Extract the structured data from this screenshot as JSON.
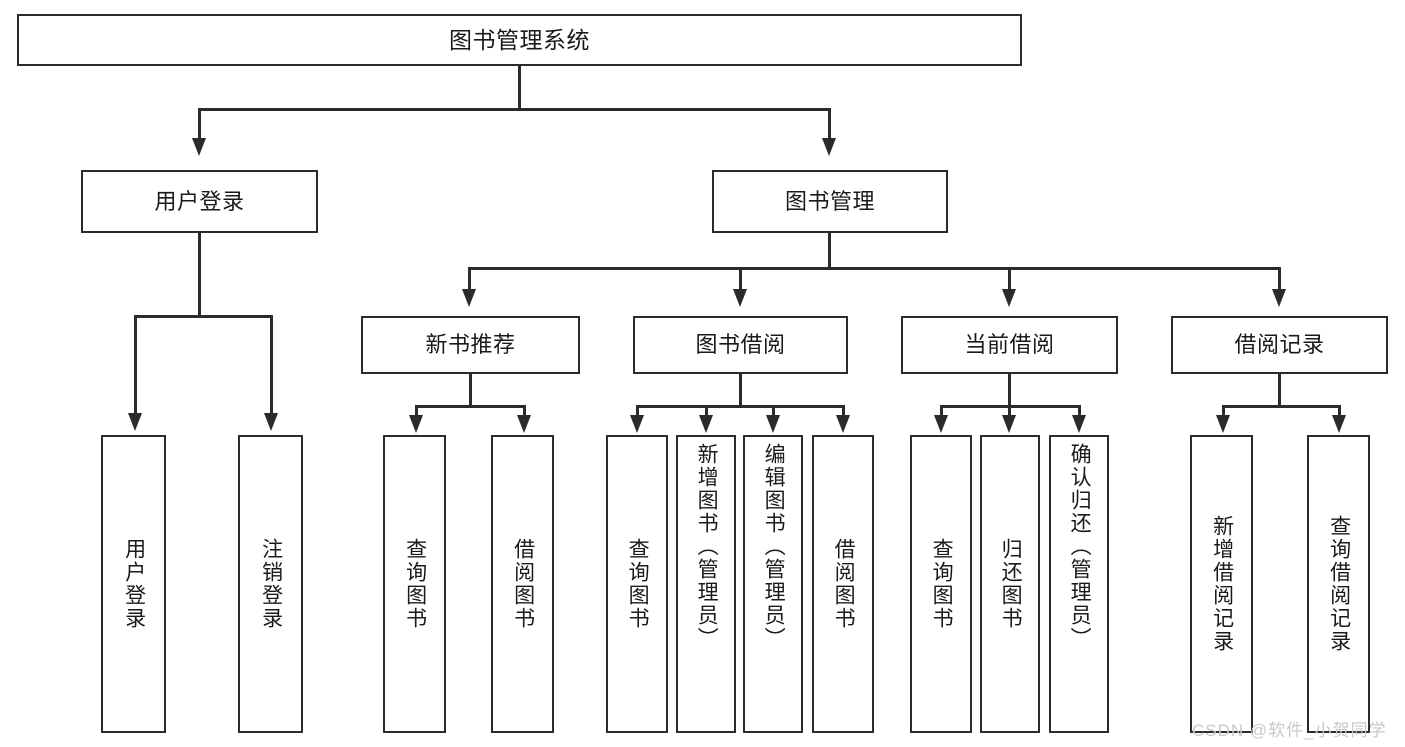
{
  "diagram": {
    "type": "hierarchy-tree",
    "title": "图书管理系统",
    "root": {
      "label": "图书管理系统"
    },
    "level1": [
      {
        "label": "用户登录"
      },
      {
        "label": "图书管理"
      }
    ],
    "level2": [
      {
        "label": "新书推荐"
      },
      {
        "label": "图书借阅"
      },
      {
        "label": "当前借阅"
      },
      {
        "label": "借阅记录"
      }
    ],
    "leaves": {
      "user_login": [
        {
          "label": "用户登录"
        },
        {
          "label": "注销登录"
        }
      ],
      "new_book_recommend": [
        {
          "label": "查询图书"
        },
        {
          "label": "借阅图书"
        }
      ],
      "book_borrow": [
        {
          "label": "查询图书"
        },
        {
          "label": "新增图书（管理员）"
        },
        {
          "label": "编辑图书（管理员）"
        },
        {
          "label": "借阅图书"
        }
      ],
      "current_borrow": [
        {
          "label": "查询图书"
        },
        {
          "label": "归还图书"
        },
        {
          "label": "确认归还（管理员）"
        }
      ],
      "borrow_record": [
        {
          "label": "新增借阅记录"
        },
        {
          "label": "查询借阅记录"
        }
      ]
    }
  },
  "watermark": {
    "text": "CSDN @软件_小贺同学"
  },
  "colors": {
    "stroke": "#2b2b2b",
    "background": "#ffffff",
    "text": "#1a1a1a",
    "watermark": "#c9c9c9"
  }
}
